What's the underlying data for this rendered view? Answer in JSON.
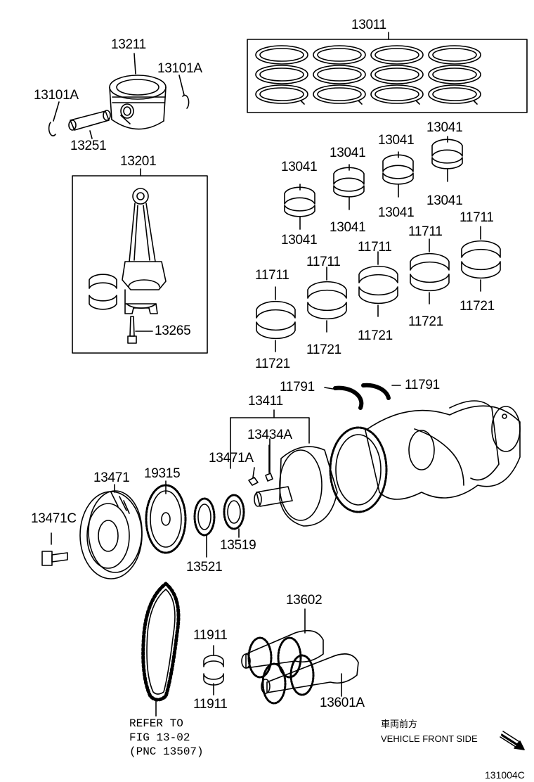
{
  "labels": {
    "p13011": "13011",
    "p13211": "13211",
    "p13101A_left": "13101A",
    "p13101A_right": "13101A",
    "p13251": "13251",
    "p13201": "13201",
    "p13265": "13265",
    "p13041_a": "13041",
    "p13041_b": "13041",
    "p13041_c": "13041",
    "p13041_d": "13041",
    "p13041_e": "13041",
    "p13041_f": "13041",
    "p13041_g": "13041",
    "p13041_h": "13041",
    "p11711_a": "11711",
    "p11711_b": "11711",
    "p11711_c": "11711",
    "p11711_d": "11711",
    "p11711_e": "11711",
    "p11721_a": "11721",
    "p11721_b": "11721",
    "p11721_c": "11721",
    "p11721_d": "11721",
    "p11721_e": "11721",
    "p11791_left": "11791",
    "p11791_right": "11791",
    "p13411": "13411",
    "p13434A": "13434A",
    "p13471A": "13471A",
    "p13471": "13471",
    "p19315": "19315",
    "p13471C": "13471C",
    "p13521": "13521",
    "p13519": "13519",
    "p13602": "13602",
    "p11911_top": "11911",
    "p11911_bottom": "11911",
    "p13601A": "13601A"
  },
  "refer_note": {
    "line1": "REFER TO",
    "line2": "FIG 13-02",
    "line3": "(PNC 13507)"
  },
  "direction": {
    "japanese": "車両前方",
    "english": "VEHICLE FRONT SIDE"
  },
  "figure_code": "131004C"
}
